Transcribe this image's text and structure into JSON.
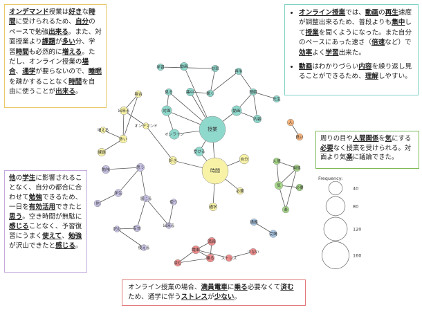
{
  "boxes": {
    "top_left": [
      [
        "オンデマンド",
        true
      ],
      [
        "授業は",
        false
      ],
      [
        "好き",
        true
      ],
      [
        "な",
        false
      ],
      [
        "時間",
        true
      ],
      [
        "に受けられるため、",
        false
      ],
      [
        "自分",
        true
      ],
      [
        "の ペースで勉強",
        false
      ],
      [
        "出来る",
        true
      ],
      [
        "。また、対面授業より",
        false
      ],
      [
        "課題",
        true
      ],
      [
        "が",
        false
      ],
      [
        "多い",
        true
      ],
      [
        "分、学習",
        false
      ],
      [
        "時間",
        true
      ],
      [
        "も必然的に",
        false
      ],
      [
        "増える",
        true
      ],
      [
        "。ただし、オンライン授業の",
        false
      ],
      [
        "場合",
        true
      ],
      [
        "、",
        false
      ],
      [
        "通学",
        true
      ],
      [
        "が要らないので、",
        false
      ],
      [
        "睡眠",
        true
      ],
      [
        "を疎かすることなく",
        false
      ],
      [
        "時間",
        true
      ],
      [
        "を自由に使うことが",
        false
      ],
      [
        "出来る",
        true
      ],
      [
        "。",
        false
      ]
    ],
    "top_right_1": [
      [
        "オンライン授業",
        true
      ],
      [
        "では、",
        false
      ],
      [
        "動画",
        true
      ],
      [
        "の",
        false
      ],
      [
        "再生",
        true
      ],
      [
        "速度が調整出来るため、普段よりも",
        false
      ],
      [
        "集中",
        true
      ],
      [
        "して",
        false
      ],
      [
        "授業",
        true
      ],
      [
        "を聞くようになった。また自分のペースにあった速さ（",
        false
      ],
      [
        "倍速",
        true
      ],
      [
        "など）で",
        false
      ],
      [
        "効率",
        true
      ],
      [
        "よく",
        false
      ],
      [
        "学習",
        true
      ],
      [
        "出来た。",
        false
      ]
    ],
    "top_right_2": [
      [
        "動画",
        true
      ],
      [
        "はわかりづらい",
        false
      ],
      [
        "内容",
        true
      ],
      [
        "を繰り返し見ることができるため、",
        false
      ],
      [
        "理解",
        true
      ],
      [
        "しやすい。",
        false
      ]
    ],
    "right": [
      [
        "周りの目や",
        false
      ],
      [
        "人間関係",
        true
      ],
      [
        "を",
        false
      ],
      [
        "気",
        true
      ],
      [
        "にする",
        false
      ],
      [
        "必要",
        true
      ],
      [
        "なく授業を受けられる。対面より気",
        false
      ],
      [
        "楽",
        true
      ],
      [
        "に議論できた。",
        false
      ]
    ],
    "left": [
      [
        "他",
        true
      ],
      [
        "の",
        false
      ],
      [
        "学生",
        true
      ],
      [
        "に影響されることなく、自分の都合に合わせて",
        false
      ],
      [
        "勉強",
        true
      ],
      [
        "できるため、一日を",
        false
      ],
      [
        "有効活用",
        true
      ],
      [
        "できたと",
        false
      ],
      [
        "思う",
        true
      ],
      [
        "。空き時間が無駄に",
        false
      ],
      [
        "感じる",
        true
      ],
      [
        "ことなく、予習復習にうまく",
        false
      ],
      [
        "使えて",
        true
      ],
      [
        "、",
        false
      ],
      [
        "勉強",
        true
      ],
      [
        "が沢山できたと",
        false
      ],
      [
        "感じる",
        true
      ],
      [
        "。",
        false
      ]
    ],
    "bottom": [
      [
        "オンライン授業の場合、",
        false
      ],
      [
        "満員電車",
        true
      ],
      [
        "に",
        false
      ],
      [
        "乗る",
        true
      ],
      [
        "必要なくて",
        false
      ],
      [
        "済む",
        true
      ],
      [
        "ため、通学に伴う",
        false
      ],
      [
        "ストレス",
        true
      ],
      [
        "が",
        false
      ],
      [
        "少ない",
        true
      ],
      [
        "。",
        false
      ]
    ]
  },
  "legend": {
    "title": "Frequency:",
    "items": [
      {
        "label": "40",
        "value": 40
      },
      {
        "label": "80",
        "value": 80
      },
      {
        "label": "120",
        "value": 120
      },
      {
        "label": "160",
        "value": 160
      }
    ]
  },
  "colors": {
    "teal": "#8fd8cc",
    "yellow": "#f7f2a6",
    "purple": "#c9c3e6",
    "green": "#a8d98a",
    "red": "#ef8c8c",
    "orange": "#f6b27a",
    "blue": "#a9c8e6",
    "edge": "#555555"
  },
  "network": {
    "nodes": [
      {
        "id": "jugyo",
        "label": "授業",
        "freq": 150,
        "group": "teal"
      },
      {
        "id": "gakushu",
        "label": "学習",
        "freq": 10,
        "group": "teal"
      },
      {
        "id": "doga",
        "label": "動画",
        "freq": 14,
        "group": "teal"
      },
      {
        "id": "kouritsu",
        "label": "効率",
        "freq": 10,
        "group": "teal"
      },
      {
        "id": "saisei",
        "label": "再生",
        "freq": 10,
        "group": "teal"
      },
      {
        "id": "kiku",
        "label": "聞く",
        "freq": 10,
        "group": "teal"
      },
      {
        "id": "shuchu",
        "label": "集中",
        "freq": 14,
        "group": "teal"
      },
      {
        "id": "rikai",
        "label": "理解",
        "freq": 10,
        "group": "teal"
      },
      {
        "id": "kotei",
        "label": "見る",
        "freq": 10,
        "group": "teal"
      },
      {
        "id": "sentaku",
        "label": "先生",
        "freq": 10,
        "group": "teal"
      },
      {
        "id": "dokuga",
        "label": "動画",
        "freq": 22,
        "group": "teal"
      },
      {
        "id": "naiyo",
        "label": "内容",
        "freq": 14,
        "group": "teal"
      },
      {
        "id": "taimen",
        "label": "対面",
        "freq": 22,
        "group": "teal"
      },
      {
        "id": "online",
        "label": "オンライン",
        "freq": 22,
        "group": "teal"
      },
      {
        "id": "ukeru",
        "label": "受ける",
        "freq": 18,
        "group": "teal"
      },
      {
        "id": "jikan",
        "label": "時間",
        "freq": 150,
        "group": "yellow"
      },
      {
        "id": "jibun",
        "label": "自分",
        "freq": 20,
        "group": "yellow"
      },
      {
        "id": "sukina",
        "label": "好き",
        "freq": 14,
        "group": "yellow"
      },
      {
        "id": "hiyou",
        "label": "必要",
        "freq": 10,
        "group": "yellow"
      },
      {
        "id": "tsugaku",
        "label": "通学",
        "freq": 14,
        "group": "yellow"
      },
      {
        "id": "baai",
        "label": "場合",
        "freq": 10,
        "group": "yellow"
      },
      {
        "id": "dekiru",
        "label": "出来る",
        "freq": 14,
        "group": "yellow"
      },
      {
        "id": "ondemand",
        "label": "オンデマンド",
        "freq": 8,
        "group": "yellow"
      },
      {
        "id": "fueru",
        "label": "増える",
        "freq": 8,
        "group": "yellow"
      },
      {
        "id": "ooi",
        "label": "多い",
        "freq": 14,
        "group": "yellow"
      },
      {
        "id": "kadai",
        "label": "課題",
        "freq": 14,
        "group": "yellow"
      },
      {
        "id": "benkyo",
        "label": "勉強",
        "freq": 14,
        "group": "purple"
      },
      {
        "id": "omou",
        "label": "思う",
        "freq": 14,
        "group": "purple"
      },
      {
        "id": "gakusei",
        "label": "学生",
        "freq": 12,
        "group": "purple"
      },
      {
        "id": "hoka",
        "label": "他",
        "freq": 10,
        "group": "purple"
      },
      {
        "id": "kanjiru",
        "label": "感じる",
        "freq": 10,
        "group": "purple"
      },
      {
        "id": "tsukau",
        "label": "使う",
        "freq": 8,
        "group": "purple"
      },
      {
        "id": "dekiru2",
        "label": "出来る",
        "freq": 8,
        "group": "purple"
      },
      {
        "id": "yuko",
        "label": "有効",
        "freq": 10,
        "group": "purple"
      },
      {
        "id": "takusan",
        "label": "沢山",
        "freq": 8,
        "group": "purple"
      },
      {
        "id": "tsukaeru",
        "label": "使える",
        "freq": 8,
        "group": "purple"
      },
      {
        "id": "ki",
        "label": "気",
        "freq": 14,
        "group": "green"
      },
      {
        "id": "raku",
        "label": "楽",
        "freq": 10,
        "group": "green"
      },
      {
        "id": "kankei",
        "label": "関係",
        "freq": 10,
        "group": "green"
      },
      {
        "id": "ningen",
        "label": "人間",
        "freq": 10,
        "group": "green"
      },
      {
        "id": "hitsuyo2",
        "label": "必要",
        "freq": 10,
        "group": "green"
      },
      {
        "id": "man",
        "label": "満員",
        "freq": 14,
        "group": "red"
      },
      {
        "id": "densha",
        "label": "電車",
        "freq": 14,
        "group": "red"
      },
      {
        "id": "noru",
        "label": "乗る",
        "freq": 14,
        "group": "red"
      },
      {
        "id": "stress",
        "label": "ストレス",
        "freq": 10,
        "group": "red"
      },
      {
        "id": "sumu",
        "label": "済む",
        "freq": 10,
        "group": "red"
      },
      {
        "id": "sukunai",
        "label": "少ない",
        "freq": 10,
        "group": "red"
      },
      {
        "id": "hito",
        "label": "人",
        "freq": 10,
        "group": "orange"
      },
      {
        "id": "yoi",
        "label": "良い",
        "freq": 10,
        "group": "orange"
      },
      {
        "id": "kougi",
        "label": "講義",
        "freq": 10,
        "group": "blue"
      },
      {
        "id": "jukou",
        "label": "受講",
        "freq": 12,
        "group": "blue"
      }
    ],
    "edges": [
      [
        "jugyo",
        "shuchu"
      ],
      [
        "jugyo",
        "doga"
      ],
      [
        "jugyo",
        "taimen"
      ],
      [
        "jugyo",
        "online"
      ],
      [
        "jugyo",
        "ukeru"
      ],
      [
        "jugyo",
        "dokuga"
      ],
      [
        "jugyo",
        "kotei"
      ],
      [
        "kiku",
        "shuchu"
      ],
      [
        "gakushu",
        "kouritsu"
      ],
      [
        "kouritsu",
        "kiku"
      ],
      [
        "kiku",
        "saisei"
      ],
      [
        "dokuga",
        "rikai"
      ],
      [
        "dokuga",
        "naiyo"
      ],
      [
        "rikai",
        "sentaku"
      ],
      [
        "rikai",
        "naiyo"
      ],
      [
        "saisei",
        "rikai"
      ],
      [
        "taimen",
        "online"
      ],
      [
        "kotei",
        "taimen"
      ],
      [
        "jikan",
        "jibun"
      ],
      [
        "jikan",
        "sukina"
      ],
      [
        "jikan",
        "hiyou"
      ],
      [
        "jikan",
        "tsugaku"
      ],
      [
        "jikan",
        "ukeru"
      ],
      [
        "jikan",
        "jugyo"
      ],
      [
        "sukina",
        "ondemand"
      ],
      [
        "ondemand",
        "dekiru"
      ],
      [
        "dekiru",
        "baai"
      ],
      [
        "ooi",
        "kadai"
      ],
      [
        "fueru",
        "ooi"
      ],
      [
        "ooi",
        "dekiru"
      ],
      [
        "baai",
        "ooi"
      ],
      [
        "benkyo",
        "omou"
      ],
      [
        "omou",
        "gakusei"
      ],
      [
        "gakusei",
        "hoka"
      ],
      [
        "omou",
        "kanjiru"
      ],
      [
        "kanjiru",
        "dekiru2"
      ],
      [
        "kanjiru",
        "yuko"
      ],
      [
        "yuko",
        "takusan"
      ],
      [
        "takusan",
        "tsukaeru"
      ],
      [
        "tsukau",
        "dekiru2"
      ],
      [
        "ningen",
        "ki"
      ],
      [
        "kankei",
        "ki"
      ],
      [
        "ki",
        "hitsuyo2"
      ],
      [
        "ki",
        "raku"
      ],
      [
        "kankei",
        "raku"
      ],
      [
        "ningen",
        "kankei"
      ],
      [
        "man",
        "densha"
      ],
      [
        "densha",
        "noru"
      ],
      [
        "man",
        "noru"
      ],
      [
        "noru",
        "sumu"
      ],
      [
        "densha",
        "stress"
      ],
      [
        "densha",
        "sumu"
      ],
      [
        "sukunai",
        "stress"
      ],
      [
        "hito",
        "yoi"
      ],
      [
        "kougi",
        "jukou"
      ]
    ]
  }
}
